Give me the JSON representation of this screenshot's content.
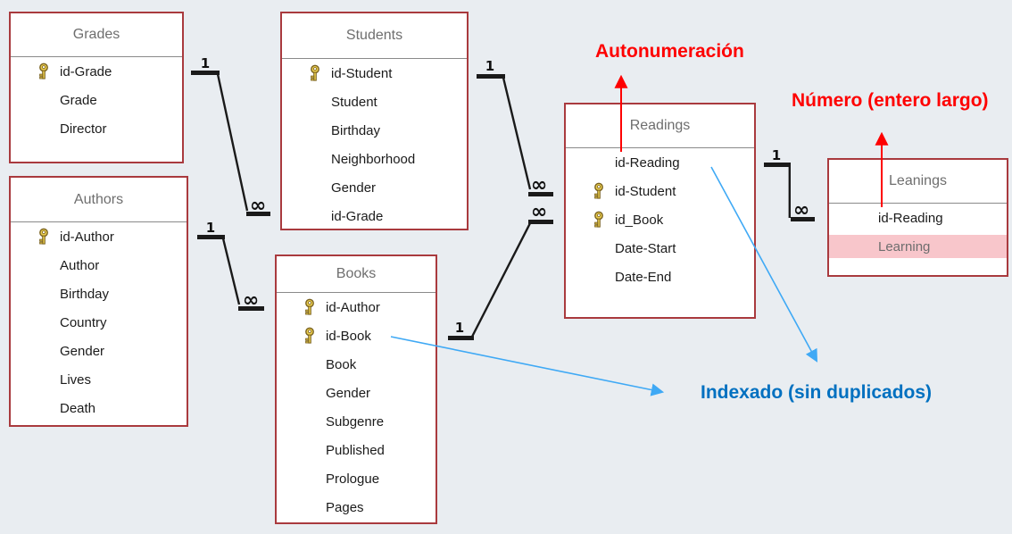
{
  "diagram": {
    "kind": "database-relationships",
    "background": "#E9EDF1"
  },
  "colors": {
    "table_border": "#A93A3E",
    "table_title_text": "#6E6E6E",
    "field_text": "#1B1B1B",
    "divider": "#8A8A8A",
    "highlight_row_bg": "#F8C6CB",
    "highlight_row_text": "#6E6E6E",
    "relationship_line": "#1A1A1A",
    "annotation_red": "#FE0000",
    "annotation_blue_text": "#0070C0",
    "annotation_blue_arrow": "#3FA9F5",
    "key_icon_gold": "#D8B93C"
  },
  "tables": [
    {
      "title": "Grades",
      "fields": [
        {
          "name": "id-Grade",
          "key": true
        },
        {
          "name": "Grade",
          "key": false
        },
        {
          "name": "Director",
          "key": false
        }
      ]
    },
    {
      "title": "Authors",
      "fields": [
        {
          "name": "id-Author",
          "key": true
        },
        {
          "name": "Author",
          "key": false
        },
        {
          "name": "Birthday",
          "key": false
        },
        {
          "name": "Country",
          "key": false
        },
        {
          "name": "Gender",
          "key": false
        },
        {
          "name": "Lives",
          "key": false
        },
        {
          "name": "Death",
          "key": false
        }
      ]
    },
    {
      "title": "Students",
      "fields": [
        {
          "name": "id-Student",
          "key": true
        },
        {
          "name": "Student",
          "key": false
        },
        {
          "name": "Birthday",
          "key": false
        },
        {
          "name": "Neighborhood",
          "key": false
        },
        {
          "name": "Gender",
          "key": false
        },
        {
          "name": "id-Grade",
          "key": false
        }
      ]
    },
    {
      "title": "Books",
      "fields": [
        {
          "name": "id-Author",
          "key": true
        },
        {
          "name": "id-Book",
          "key": true
        },
        {
          "name": "Book",
          "key": false
        },
        {
          "name": "Gender",
          "key": false
        },
        {
          "name": "Subgenre",
          "key": false
        },
        {
          "name": "Published",
          "key": false
        },
        {
          "name": "Prologue",
          "key": false
        },
        {
          "name": "Pages",
          "key": false
        }
      ]
    },
    {
      "title": "Readings",
      "fields": [
        {
          "name": "id-Reading",
          "key": false
        },
        {
          "name": "id-Student",
          "key": true
        },
        {
          "name": "id_Book",
          "key": true
        },
        {
          "name": "Date-Start",
          "key": false
        },
        {
          "name": "Date-End",
          "key": false
        }
      ]
    },
    {
      "title": "Leanings",
      "fields": [
        {
          "name": "id-Reading",
          "key": false
        },
        {
          "name": "Learning",
          "key": false,
          "highlight": true
        }
      ]
    }
  ],
  "relationships": [
    {
      "from": "Grades.id-Grade",
      "to": "Students.id-Grade",
      "one": "1",
      "many": "∞"
    },
    {
      "from": "Authors.id-Author",
      "to": "Books.id-Author",
      "one": "1",
      "many": "∞"
    },
    {
      "from": "Students.id-Student",
      "to": "Readings.id-Student",
      "one": "1",
      "many": "∞"
    },
    {
      "from": "Books.id-Book",
      "to": "Readings.id_Book",
      "one": "1",
      "many": "∞"
    },
    {
      "from": "Readings.id-Reading",
      "to": "Leanings.id-Reading",
      "one": "1",
      "many": "∞"
    }
  ],
  "annotations": {
    "autonumeracion": {
      "text": "Autonumeración",
      "color": "#FE0000",
      "points_to": "Readings.id-Reading"
    },
    "numero": {
      "text": "Número (entero largo)",
      "color": "#FE0000",
      "points_to": "Leanings.id-Reading"
    },
    "indexado": {
      "text": "Indexado (sin duplicados)",
      "color": "#0070C0",
      "points_to": "Books.id-Book / Readings.id-Reading"
    }
  }
}
